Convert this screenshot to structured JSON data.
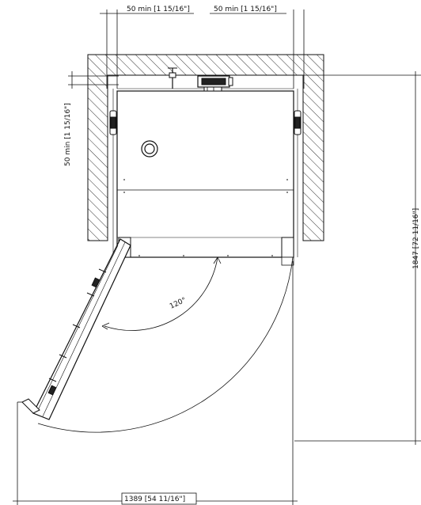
{
  "dimensions": {
    "top_left": "50 min [1 15/16\"]",
    "top_right": "50 min [1 15/16\"]",
    "left_vertical": "50 min [1 15/16\"]",
    "right_height": "1847 [72 11/16\"]",
    "bottom_width": "1389 [54 11/16\"]",
    "angle": "120°"
  },
  "colors": {
    "line": "#111111",
    "hatch": "#333333",
    "background": "#ffffff"
  }
}
